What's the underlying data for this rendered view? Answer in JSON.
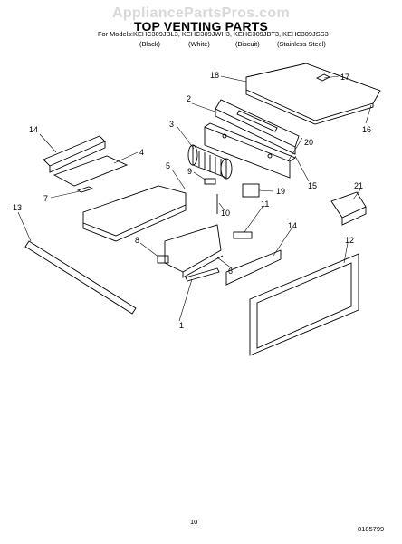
{
  "watermark": "AppliancePartsPros.com",
  "title": "TOP VENTING PARTS",
  "models_line": "For Models:KEHC309JBL3, KEHC309JWH3, KEHC309JBT3, KEHC309JSS3",
  "finishes": [
    "(Black)",
    "(White)",
    "(Biscuit)",
    "(Stainless Steel)"
  ],
  "callouts": [
    "1",
    "2",
    "3",
    "4",
    "5",
    "6",
    "7",
    "8",
    "9",
    "10",
    "11",
    "12",
    "13",
    "14",
    "14",
    "15",
    "16",
    "17",
    "18",
    "19",
    "20",
    "21"
  ],
  "page_number": "10",
  "document_number": "8185799"
}
